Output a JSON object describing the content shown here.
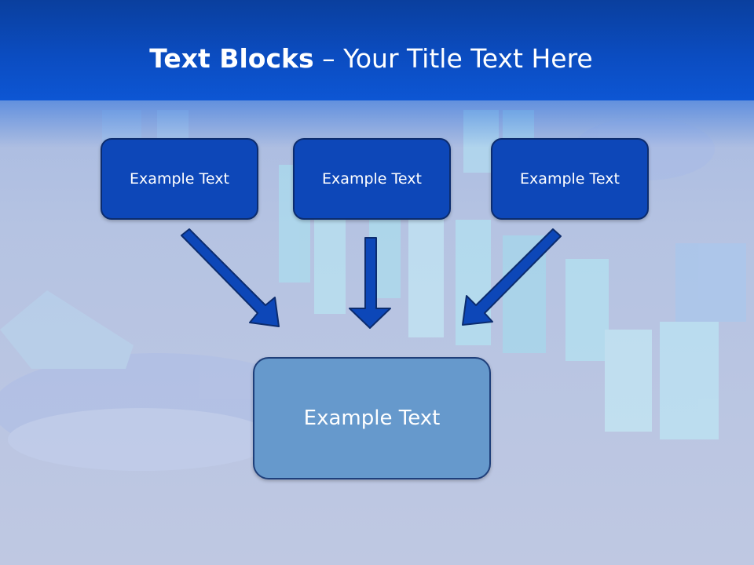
{
  "title": {
    "bold": "Text Blocks",
    "dash": "–",
    "rest": "Your Title Text Here"
  },
  "diagram": {
    "top_boxes": [
      "Example Text",
      "Example Text",
      "Example Text"
    ],
    "bottom_box": "Example Text"
  },
  "colors": {
    "header": "#0b4cc0",
    "box_fill": "#0d47b8",
    "box_border": "#0c2c6e",
    "bottom_box_fill": "#6699cc",
    "arrow_fill": "#0d47b8"
  }
}
